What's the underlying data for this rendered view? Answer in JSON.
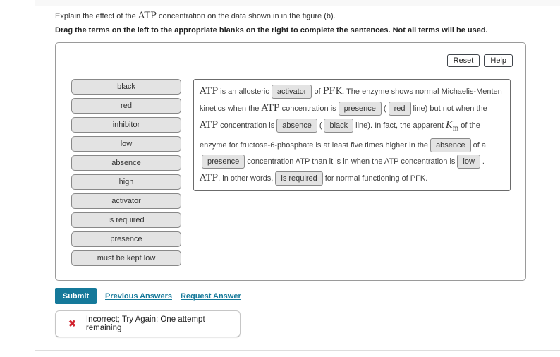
{
  "header": {
    "question_segments": [
      {
        "t": "text",
        "v": "Explain the effect of the "
      },
      {
        "t": "math",
        "v": "ATP"
      },
      {
        "t": "text",
        "v": " concentration on the data shown in in the figure (b)."
      }
    ],
    "instructions": "Drag the terms on the left to the appropriate blanks on the right to complete the sentences. Not all terms will be used."
  },
  "panel": {
    "reset_label": "Reset",
    "help_label": "Help",
    "terms": [
      "black",
      "red",
      "inhibitor",
      "low",
      "absence",
      "high",
      "activator",
      "is required",
      "presence",
      "must be kept low"
    ],
    "paragraph_segments": [
      {
        "t": "math",
        "v": "ATP"
      },
      {
        "t": "text",
        "v": " is an allosteric"
      },
      {
        "t": "chip",
        "v": "activator"
      },
      {
        "t": "text",
        "v": "of "
      },
      {
        "t": "math",
        "v": "PFK"
      },
      {
        "t": "text",
        "v": ". The enzyme shows normal Michaelis-Menten kinetics when the "
      },
      {
        "t": "math",
        "v": "ATP"
      },
      {
        "t": "text",
        "v": " concentration is"
      },
      {
        "t": "chip",
        "v": "presence"
      },
      {
        "t": "text",
        "v": "("
      },
      {
        "t": "chip",
        "v": "red"
      },
      {
        "t": "text",
        "v": "line) but not when the "
      },
      {
        "t": "math",
        "v": "ATP"
      },
      {
        "t": "text",
        "v": " concentration is"
      },
      {
        "t": "chip",
        "v": "absence"
      },
      {
        "t": "text",
        "v": "("
      },
      {
        "t": "chip",
        "v": "black"
      },
      {
        "t": "text",
        "v": "line). In fact, the apparent "
      },
      {
        "t": "km",
        "v": "K",
        "sub": "m"
      },
      {
        "t": "text",
        "v": " of the enzyme for fructose-6-phosphate is at least five times higher in the"
      },
      {
        "t": "chip",
        "v": "absence"
      },
      {
        "t": "text",
        "v": "of a"
      },
      {
        "t": "chip",
        "v": "presence"
      },
      {
        "t": "text",
        "v": "concentration ATP than it is in when the ATP concentration is"
      },
      {
        "t": "chip",
        "v": "low"
      },
      {
        "t": "text",
        "v": ". "
      },
      {
        "t": "math",
        "v": "ATP"
      },
      {
        "t": "text",
        "v": ", in other words,"
      },
      {
        "t": "chip",
        "v": "is required"
      },
      {
        "t": "text",
        "v": "for normal functioning of PFK."
      }
    ]
  },
  "footer": {
    "submit_label": "Submit",
    "links": [
      "Previous Answers",
      "Request Answer"
    ]
  },
  "feedback": {
    "icon": "✖",
    "message": "Incorrect; Try Again; One attempt remaining"
  },
  "colors": {
    "accent_teal": "#15799a",
    "error_red": "#d2232e",
    "chip_bg": "#e3e3e3",
    "chip_border": "#8a8a8a"
  }
}
